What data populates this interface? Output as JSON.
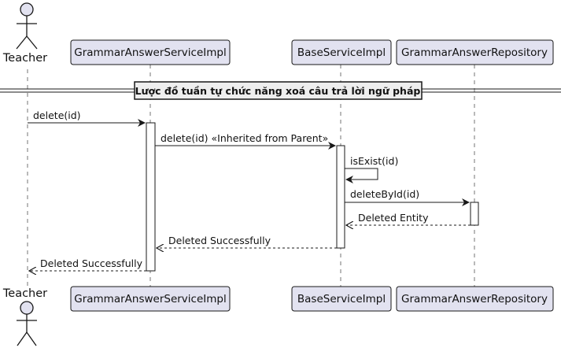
{
  "diagram": {
    "type": "sequence",
    "actor": {
      "name": "Teacher"
    },
    "participants": [
      {
        "name": "GrammarAnswerServiceImpl"
      },
      {
        "name": "BaseServiceImpl"
      },
      {
        "name": "GrammarAnswerRepository"
      }
    ],
    "divider": "Lược đồ tuần tự chức năng xoá câu trả lời ngữ pháp",
    "messages": [
      {
        "label": "delete(id)",
        "style": "sync"
      },
      {
        "label": "delete(id) «Inherited from Parent»",
        "style": "sync"
      },
      {
        "label": "isExist(id)",
        "style": "self"
      },
      {
        "label": "deleteById(id)",
        "style": "sync"
      },
      {
        "label": "Deleted Entity",
        "style": "return"
      },
      {
        "label": "Deleted Successfully",
        "style": "return"
      },
      {
        "label": "Deleted Successfully",
        "style": "return"
      }
    ],
    "colors": {
      "participant_fill": "#E2E2F0",
      "participant_border": "#181818",
      "line": "#181818",
      "activation_fill": "#ffffff",
      "lifeline": "#181818"
    }
  }
}
